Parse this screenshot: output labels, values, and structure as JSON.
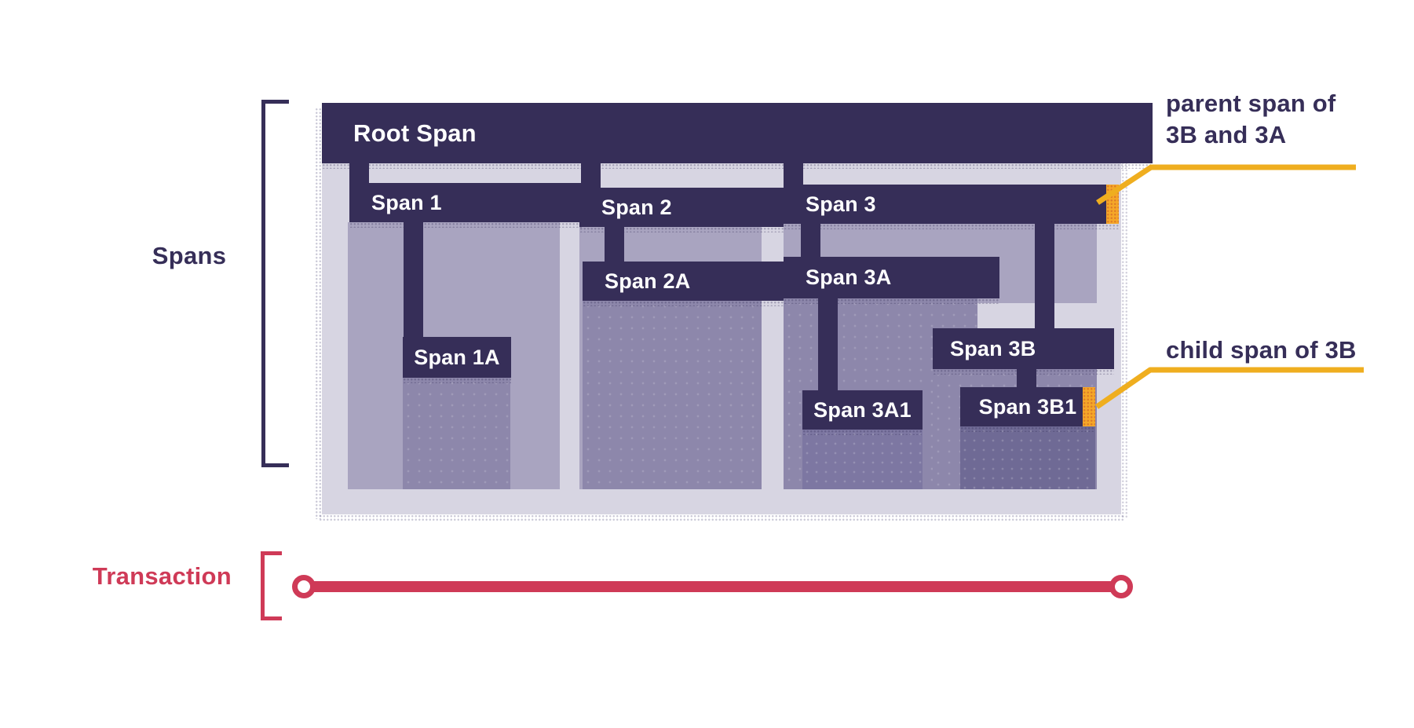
{
  "diagram": {
    "side_labels": {
      "spans": "Spans",
      "transaction": "Transaction"
    },
    "bars": {
      "root": "Root Span",
      "span1": "Span 1",
      "span1a": "Span 1A",
      "span2": "Span 2",
      "span2a": "Span 2A",
      "span3": "Span 3",
      "span3a": "Span 3A",
      "span3a1": "Span 3A1",
      "span3b": "Span 3B",
      "span3b1": "Span 3B1"
    },
    "annotations": {
      "parent_line1": "parent span of",
      "parent_line2": "3B and 3A",
      "child": "child span of 3B"
    },
    "colors": {
      "bar_dark": "#362e58",
      "container_light": "#d7d5e2",
      "fill_depth1": "#a9a4c0",
      "fill_depth2": "#8d87ab",
      "fill_depth3a": "#7d77a2",
      "fill_depth3b": "#6f6a95",
      "marker_orange": "#f5a728",
      "annotation_yellow": "#efae1f",
      "transaction_red": "#cf3a57",
      "text_navy": "#362e58",
      "bar_text": "#ffffff"
    }
  }
}
